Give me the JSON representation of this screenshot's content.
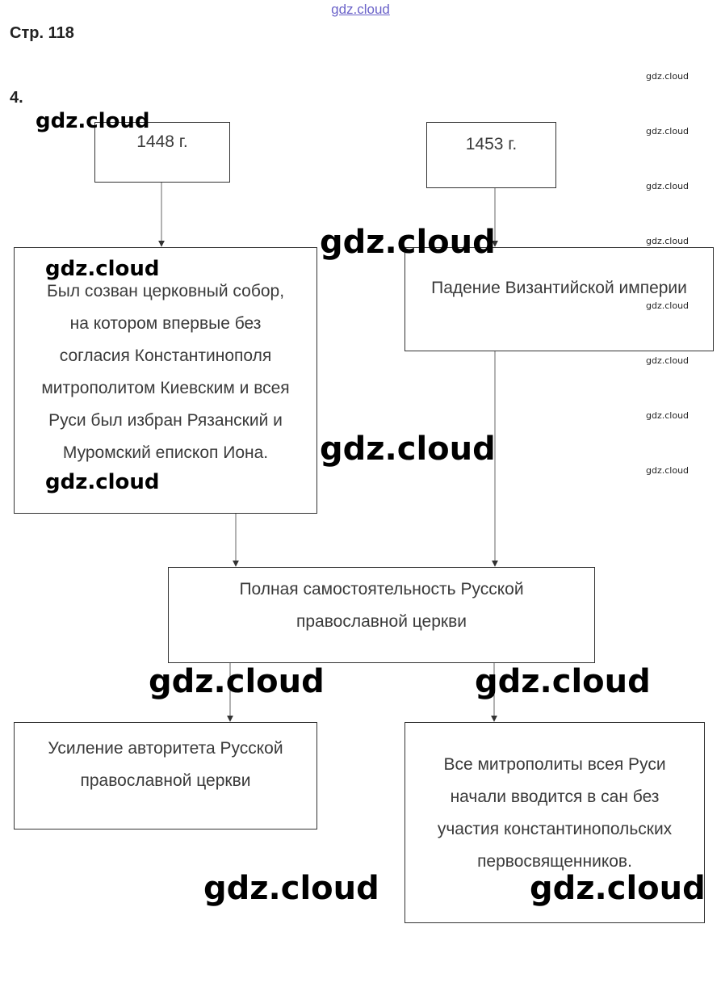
{
  "header": {
    "page_label": "Стр. 118",
    "task_number": "4.",
    "top_link": "gdz.cloud"
  },
  "diagram": {
    "year_1448": "1448 г.",
    "year_1453": "1453 г.",
    "sobor": {
      "lines": [
        "Был созван церковный собор,",
        "на котором впервые без",
        "согласия Константинополя",
        "митрополитом Киевским и всея",
        "Руси был избран Рязанский и",
        "Муромский епископ Иона."
      ]
    },
    "fall": {
      "lines": [
        "Падение Византийской империи"
      ]
    },
    "independence": {
      "lines": [
        "Полная самостоятельность Русской",
        "православной церкви"
      ]
    },
    "authority": {
      "lines": [
        "Усиление авторитета Русской",
        "православной церкви"
      ]
    },
    "metropolitans": {
      "lines": [
        "Все митрополиты всея Руси",
        "начали вводится в сан без",
        "участия константинопольских",
        "первосвященников."
      ]
    }
  },
  "watermarks": {
    "text": "gdz.cloud"
  },
  "colors": {
    "link": "#6b63c9",
    "border": "#333333",
    "text": "#3a3a3a"
  }
}
